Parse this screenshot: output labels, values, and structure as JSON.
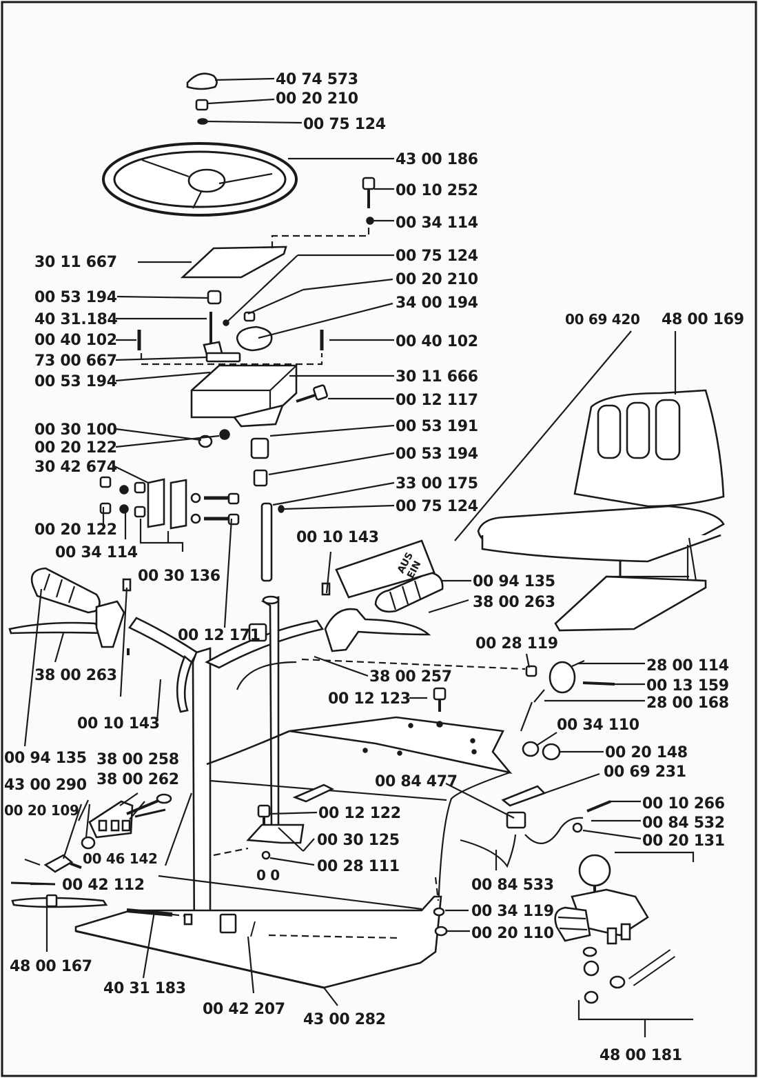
{
  "diagram": {
    "labels": [
      {
        "id": "n40_74_573",
        "text": "40 74 573"
      },
      {
        "id": "n00_20_210_a",
        "text": "00 20 210"
      },
      {
        "id": "n00_75_124_a",
        "text": "00 75 124"
      },
      {
        "id": "n43_00_186",
        "text": "43 00 186"
      },
      {
        "id": "n00_10_252",
        "text": "00 10 252"
      },
      {
        "id": "n00_34_114_a",
        "text": "00 34 114"
      },
      {
        "id": "n30_11_667",
        "text": "30 11 667"
      },
      {
        "id": "n00_75_124_b",
        "text": "00 75 124"
      },
      {
        "id": "n00_20_210_b",
        "text": "00 20 210"
      },
      {
        "id": "n00_53_194_a",
        "text": "00 53 194"
      },
      {
        "id": "n34_00_194",
        "text": "34 00 194"
      },
      {
        "id": "n40_31_184",
        "text": "40 31.184"
      },
      {
        "id": "n00_40_102_a",
        "text": "00 40 102"
      },
      {
        "id": "n00_40_102_b",
        "text": "00 40 102"
      },
      {
        "id": "n73_00_667",
        "text": "73 00 667"
      },
      {
        "id": "n00_53_194_b",
        "text": "00 53 194"
      },
      {
        "id": "n30_11_666",
        "text": "30 11 666"
      },
      {
        "id": "n00_12_117",
        "text": "00 12 117"
      },
      {
        "id": "n00_69_420",
        "text": "00 69 420"
      },
      {
        "id": "n48_00_169",
        "text": "48 00 169"
      },
      {
        "id": "n00_30_100",
        "text": "00 30 100"
      },
      {
        "id": "n00_53_191",
        "text": "00 53 191"
      },
      {
        "id": "n00_20_122_a",
        "text": "00 20 122"
      },
      {
        "id": "n00_53_194_c",
        "text": "00 53 194"
      },
      {
        "id": "n30_42_674",
        "text": "30 42 674"
      },
      {
        "id": "n33_00_175",
        "text": "33 00 175"
      },
      {
        "id": "n00_75_124_c",
        "text": "00 75 124"
      },
      {
        "id": "n00_20_122_b",
        "text": "00 20 122"
      },
      {
        "id": "n00_34_114_b",
        "text": "00 34 114"
      },
      {
        "id": "n00_10_143_a",
        "text": "00 10 143"
      },
      {
        "id": "n00_30_136",
        "text": "00 30 136"
      },
      {
        "id": "n00_94_135_a",
        "text": "00 94 135"
      },
      {
        "id": "n38_00_263_a",
        "text": "38 00 263"
      },
      {
        "id": "n00_12_171",
        "text": "00 12 171"
      },
      {
        "id": "n00_28_119",
        "text": "00 28 119"
      },
      {
        "id": "n38_00_263_b",
        "text": "38 00 263"
      },
      {
        "id": "n28_00_114",
        "text": "28 00 114"
      },
      {
        "id": "n38_00_257",
        "text": "38 00 257"
      },
      {
        "id": "n00_13_159",
        "text": "00 13 159"
      },
      {
        "id": "n00_12_123",
        "text": "00 12 123"
      },
      {
        "id": "n28_00_168",
        "text": "28 00 168"
      },
      {
        "id": "n00_10_143_b",
        "text": "00 10 143"
      },
      {
        "id": "n00_34_110",
        "text": "00 34 110"
      },
      {
        "id": "n00_94_135_b",
        "text": "00 94 135"
      },
      {
        "id": "n38_00_258",
        "text": "38 00 258"
      },
      {
        "id": "n00_20_148",
        "text": "00 20 148"
      },
      {
        "id": "n43_00_290",
        "text": "43 00 290"
      },
      {
        "id": "n38_00_262",
        "text": "38 00 262"
      },
      {
        "id": "n00_69_231",
        "text": "00 69 231"
      },
      {
        "id": "n00_84_477",
        "text": "00 84 477"
      },
      {
        "id": "n00_20_109",
        "text": "00 20 109"
      },
      {
        "id": "n00_12_122",
        "text": "00 12 122"
      },
      {
        "id": "n00_10_266",
        "text": "00 10 266"
      },
      {
        "id": "n00_84_532",
        "text": "00 84 532"
      },
      {
        "id": "n00_46_142",
        "text": "00 46 142"
      },
      {
        "id": "n00_30_125",
        "text": "00 30 125"
      },
      {
        "id": "n00_20_131",
        "text": "00 20 131"
      },
      {
        "id": "n00_28_111",
        "text": "00 28 111"
      },
      {
        "id": "n00_42_112",
        "text": "00 42 112"
      },
      {
        "id": "n00_84_533",
        "text": "00 84 533"
      },
      {
        "id": "n00_34_119",
        "text": "00 34 119"
      },
      {
        "id": "n00_20_110",
        "text": "00 20 110"
      },
      {
        "id": "n48_00_167",
        "text": "48 00 167"
      },
      {
        "id": "n40_31_183",
        "text": "40 31 183"
      },
      {
        "id": "n00_42_207",
        "text": "00 42 207"
      },
      {
        "id": "n43_00_282",
        "text": "43 00 282"
      },
      {
        "id": "n48_00_181",
        "text": "48 00 181"
      }
    ],
    "small_text": {
      "oo": "0 0"
    },
    "stickers": {
      "aus": "AUS",
      "ein": "EIN"
    }
  }
}
